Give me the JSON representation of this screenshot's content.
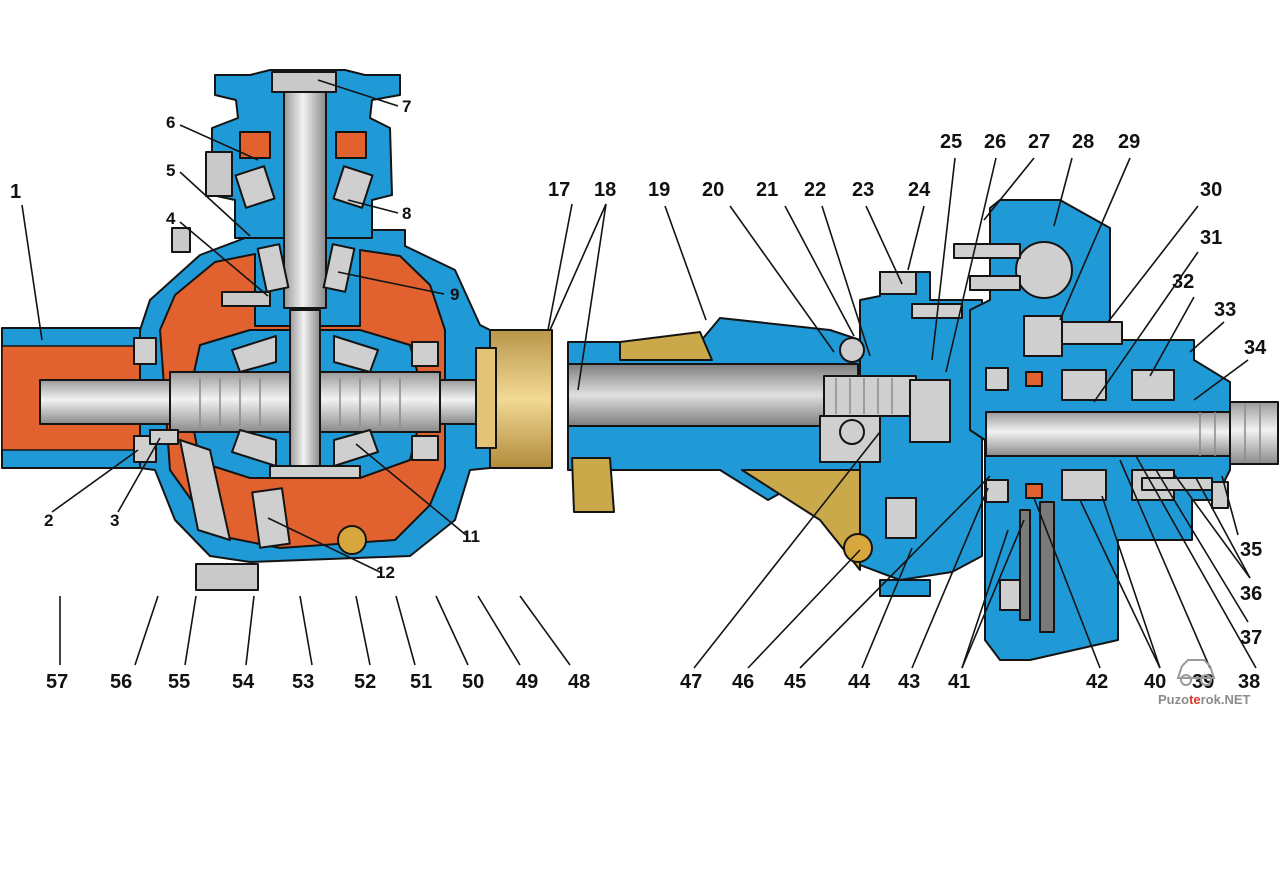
{
  "callouts": {
    "n1": "1",
    "n2": "2",
    "n3": "3",
    "n4": "4",
    "n5": "5",
    "n6": "6",
    "n7": "7",
    "n8": "8",
    "n9": "9",
    "n11": "11",
    "n12": "12",
    "n17": "17",
    "n18": "18",
    "n19": "19",
    "n20": "20",
    "n21": "21",
    "n22": "22",
    "n23": "23",
    "n24": "24",
    "n25": "25",
    "n26": "26",
    "n27": "27",
    "n28": "28",
    "n29": "29",
    "n30": "30",
    "n31": "31",
    "n32": "32",
    "n33": "33",
    "n34": "34",
    "n35": "35",
    "n36": "36",
    "n37": "37",
    "n38": "38",
    "n39": "39",
    "n40": "40",
    "n41": "41",
    "n42": "42",
    "n43": "43",
    "n44": "44",
    "n45": "45",
    "n46": "46",
    "n47": "47",
    "n48": "48",
    "n49": "49",
    "n50": "50",
    "n51": "51",
    "n52": "52",
    "n53": "53",
    "n54": "54",
    "n55": "55",
    "n56": "56",
    "n57": "57"
  },
  "watermark": {
    "prefix": "Puzo",
    "accent": "te",
    "suffix": "rok.NET"
  },
  "colors": {
    "housing": "#1f9ad6",
    "housing_dark": "#0b5f99",
    "gear": "#e2622f",
    "shaft": "#c9c9c9",
    "flange": "#e3c476",
    "outline": "#141414"
  }
}
